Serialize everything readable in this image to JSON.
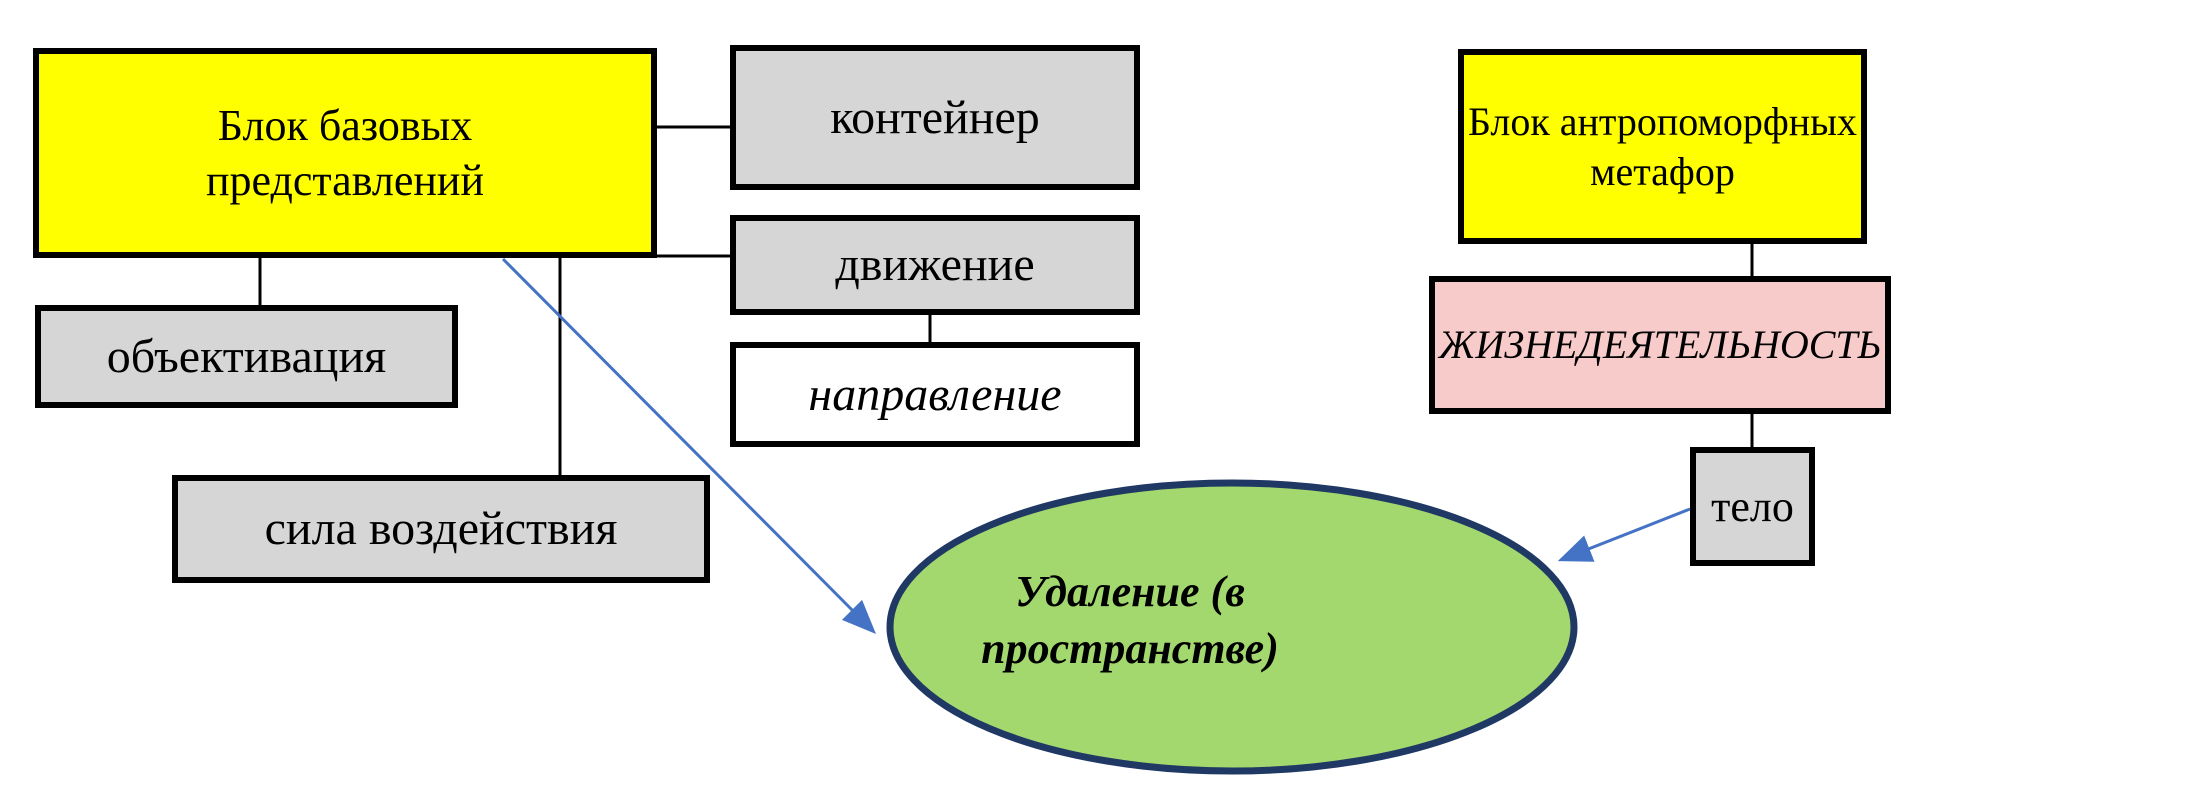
{
  "blocks": {
    "base": {
      "label": "Блок базовых представлений"
    },
    "container": {
      "label": "контейнер"
    },
    "movement": {
      "label": "движение"
    },
    "direction": {
      "label": "направление"
    },
    "objectivation": {
      "label": "объективация"
    },
    "force": {
      "label": "сила воздействия"
    },
    "anthro": {
      "label": "Блок антропоморфных метафор"
    },
    "life": {
      "label": "ЖИЗНЕДЕЯТЕЛЬНОСТЬ"
    },
    "body": {
      "label": "тело"
    }
  },
  "ellipse": {
    "label": "Удаление (в пространстве)"
  },
  "colors": {
    "yellow": "#FFFF00",
    "gray": "#D6D6D6",
    "pink": "#F8CBCB",
    "green": "#A3D86F",
    "navy": "#1F3864",
    "blue": "#4472C4"
  }
}
